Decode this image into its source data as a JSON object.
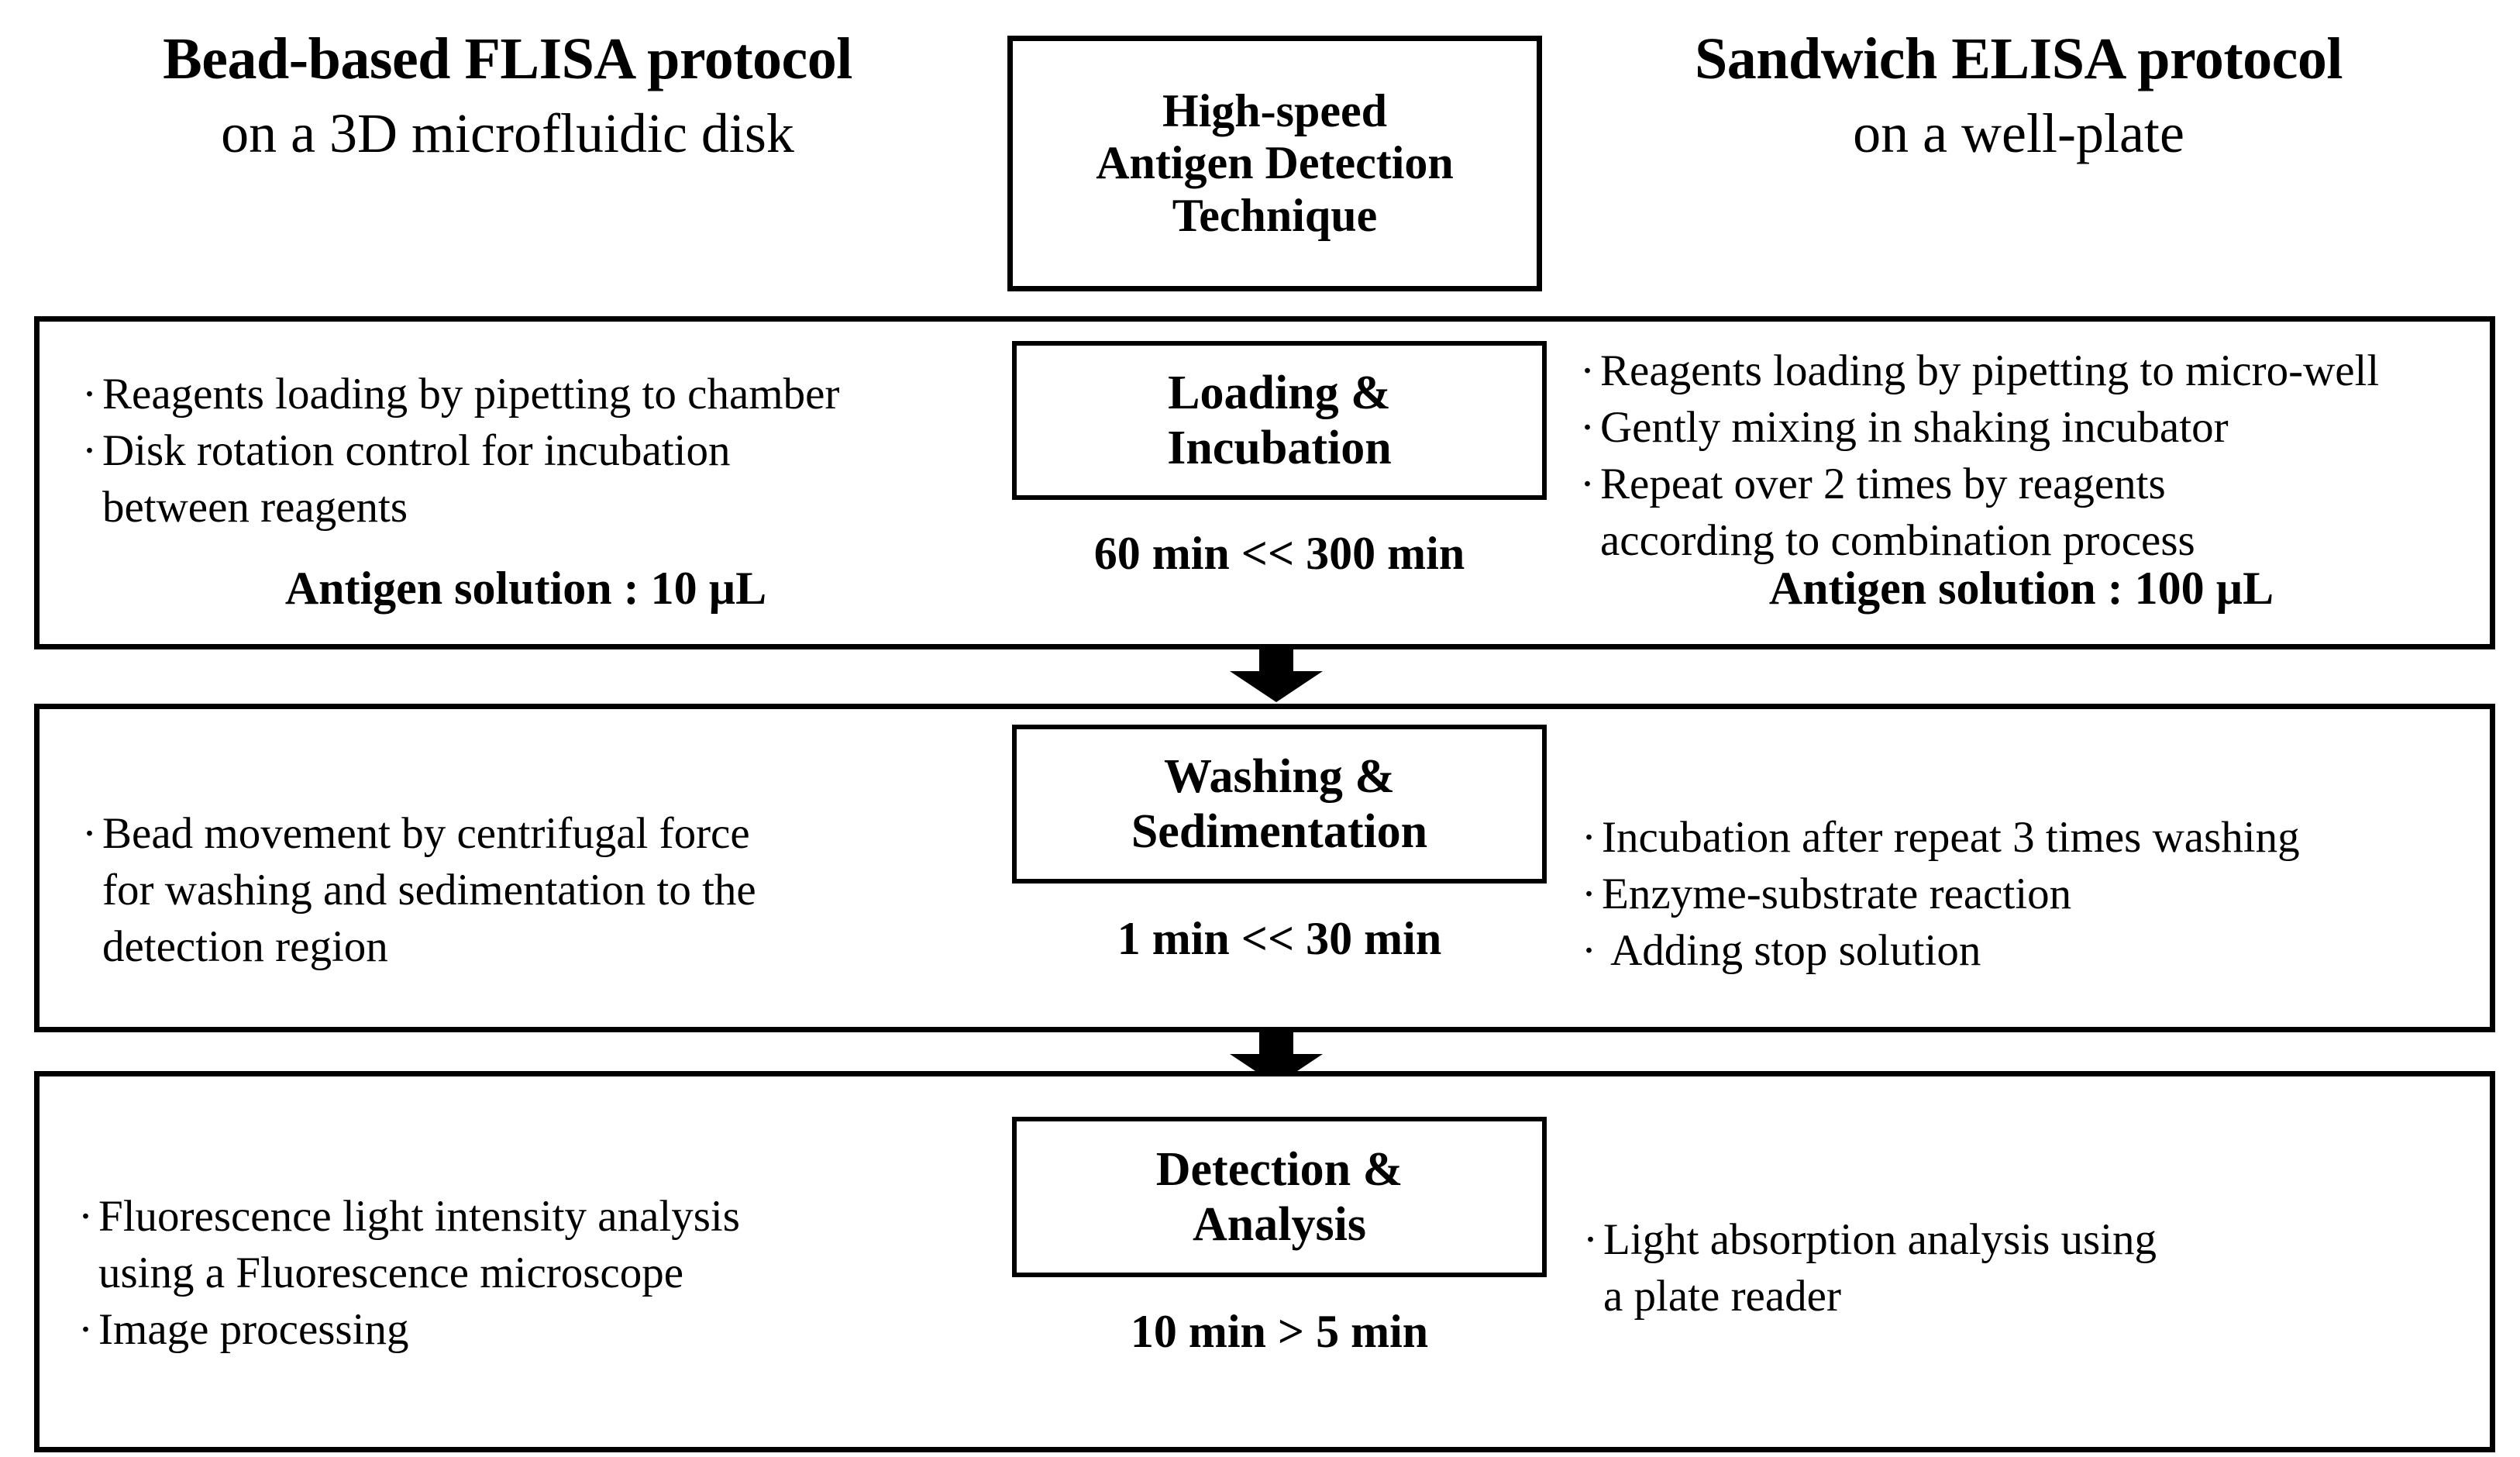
{
  "header": {
    "left_title": {
      "line1": "Bead-based FLISA protocol",
      "line2": "on a 3D microfluidic disk"
    },
    "center_box": {
      "line1": "High-speed",
      "line2": "Antigen Detection",
      "line3": "Technique"
    },
    "right_title": {
      "line1": "Sandwich ELISA protocol",
      "line2": "on a well-plate"
    }
  },
  "stages": [
    {
      "center_title_line1": "Loading &",
      "center_title_line2": "Incubation",
      "timing": "60 min << 300 min",
      "left": {
        "bullets": [
          {
            "text": "Reagents loading by pipetting to chamber",
            "cont": null
          },
          {
            "text": "Disk rotation control for incubation",
            "cont": "between reagents"
          }
        ],
        "note": "Antigen solution : 10 µL"
      },
      "right": {
        "bullets": [
          {
            "text": "Reagents loading by pipetting to micro-well",
            "cont": null
          },
          {
            "text": "Gently mixing in shaking incubator",
            "cont": null
          },
          {
            "text": "Repeat over 2 times by reagents",
            "cont": "according to combination process"
          }
        ],
        "note": "Antigen solution : 100 µL"
      }
    },
    {
      "center_title_line1": "Washing &",
      "center_title_line2": "Sedimentation",
      "timing": "1 min << 30 min",
      "left": {
        "bullets": [
          {
            "text": "Bead movement by centrifugal force",
            "cont": "for washing and sedimentation to the"
          },
          {
            "text": "detection region",
            "cont": null,
            "no_dot": true
          }
        ],
        "note": null
      },
      "right": {
        "bullets": [
          {
            "text": "Incubation after repeat 3 times washing",
            "cont": null
          },
          {
            "text": "Enzyme-substrate reaction",
            "cont": null
          },
          {
            "text": " Adding stop solution",
            "cont": null
          }
        ],
        "note": null
      }
    },
    {
      "center_title_line1": "Detection &",
      "center_title_line2": "Analysis",
      "timing": "10 min > 5 min",
      "left": {
        "bullets": [
          {
            "text": "Fluorescence light intensity analysis",
            "cont": "using a Fluorescence microscope"
          },
          {
            "text": "Image processing",
            "cont": null
          }
        ],
        "note": null
      },
      "right": {
        "bullets": [
          {
            "text": "Light absorption analysis using",
            "cont": "a plate reader"
          }
        ],
        "note": null
      }
    }
  ],
  "icons": {
    "bullet_glyph": "·",
    "arrow_glyph": "down-arrow"
  },
  "colors": {
    "ink": "#000000",
    "paper": "#ffffff"
  }
}
